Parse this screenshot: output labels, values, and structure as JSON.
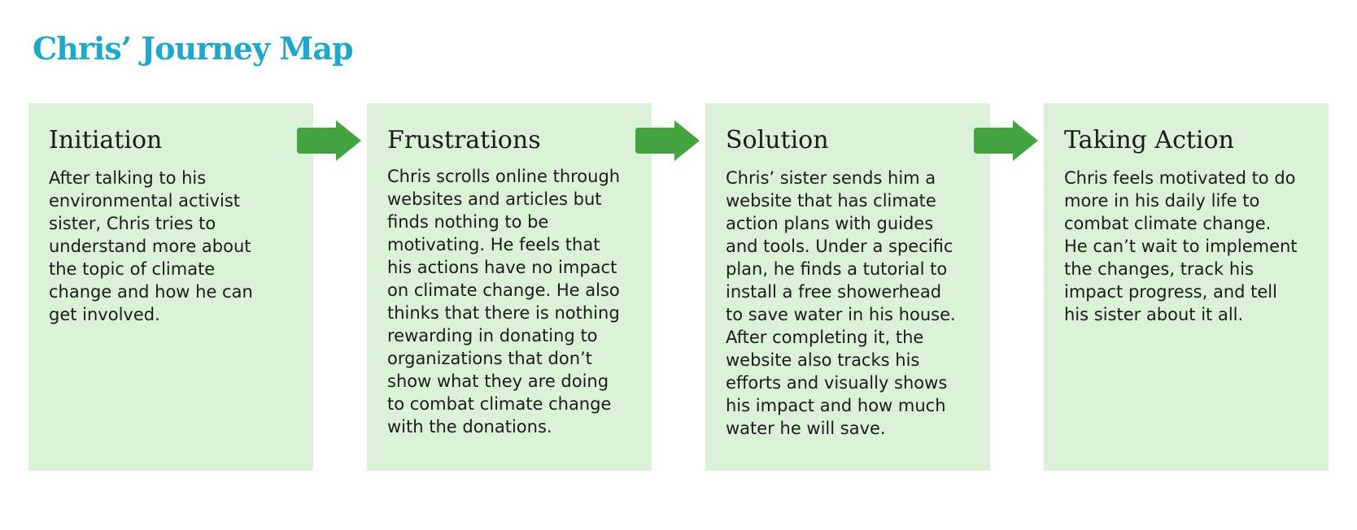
{
  "title": "Chris’ Journey Map",
  "colors": {
    "title": "#1fa8cc",
    "card_background": "#dcf2d8",
    "arrow": "#43a33e",
    "text": "#1b1b1b"
  },
  "stages": [
    {
      "title": "Initiation",
      "body": "After talking to his\nenvironmental activist\nsister, Chris tries to\nunderstand more about\nthe topic of climate\nchange and how he can\nget involved."
    },
    {
      "title": "Frustrations",
      "body": "Chris scrolls online through\nwebsites and articles but\nfinds nothing to be\nmotivating. He feels that\nhis actions have no impact\non climate change. He also\nthinks that there is nothing\nrewarding in donating to\norganizations that don’t\nshow what they are doing\nto combat climate change\nwith the donations."
    },
    {
      "title": "Solution",
      "body": "Chris’ sister sends him a\nwebsite that has climate\naction plans with guides\nand tools. Under a specific\nplan, he finds a tutorial to\ninstall a free showerhead\nto save water in his house.\nAfter completing it, the\nwebsite also tracks his\nefforts and visually shows\nhis impact and how much\nwater he will save."
    },
    {
      "title": "Taking Action",
      "body": "Chris feels motivated to do\nmore in his daily life to\ncombat climate change.\nHe can’t wait to implement\nthe changes, track his\nimpact progress, and tell\nhis sister about it all."
    }
  ],
  "connector_icon": "right-arrow-icon"
}
